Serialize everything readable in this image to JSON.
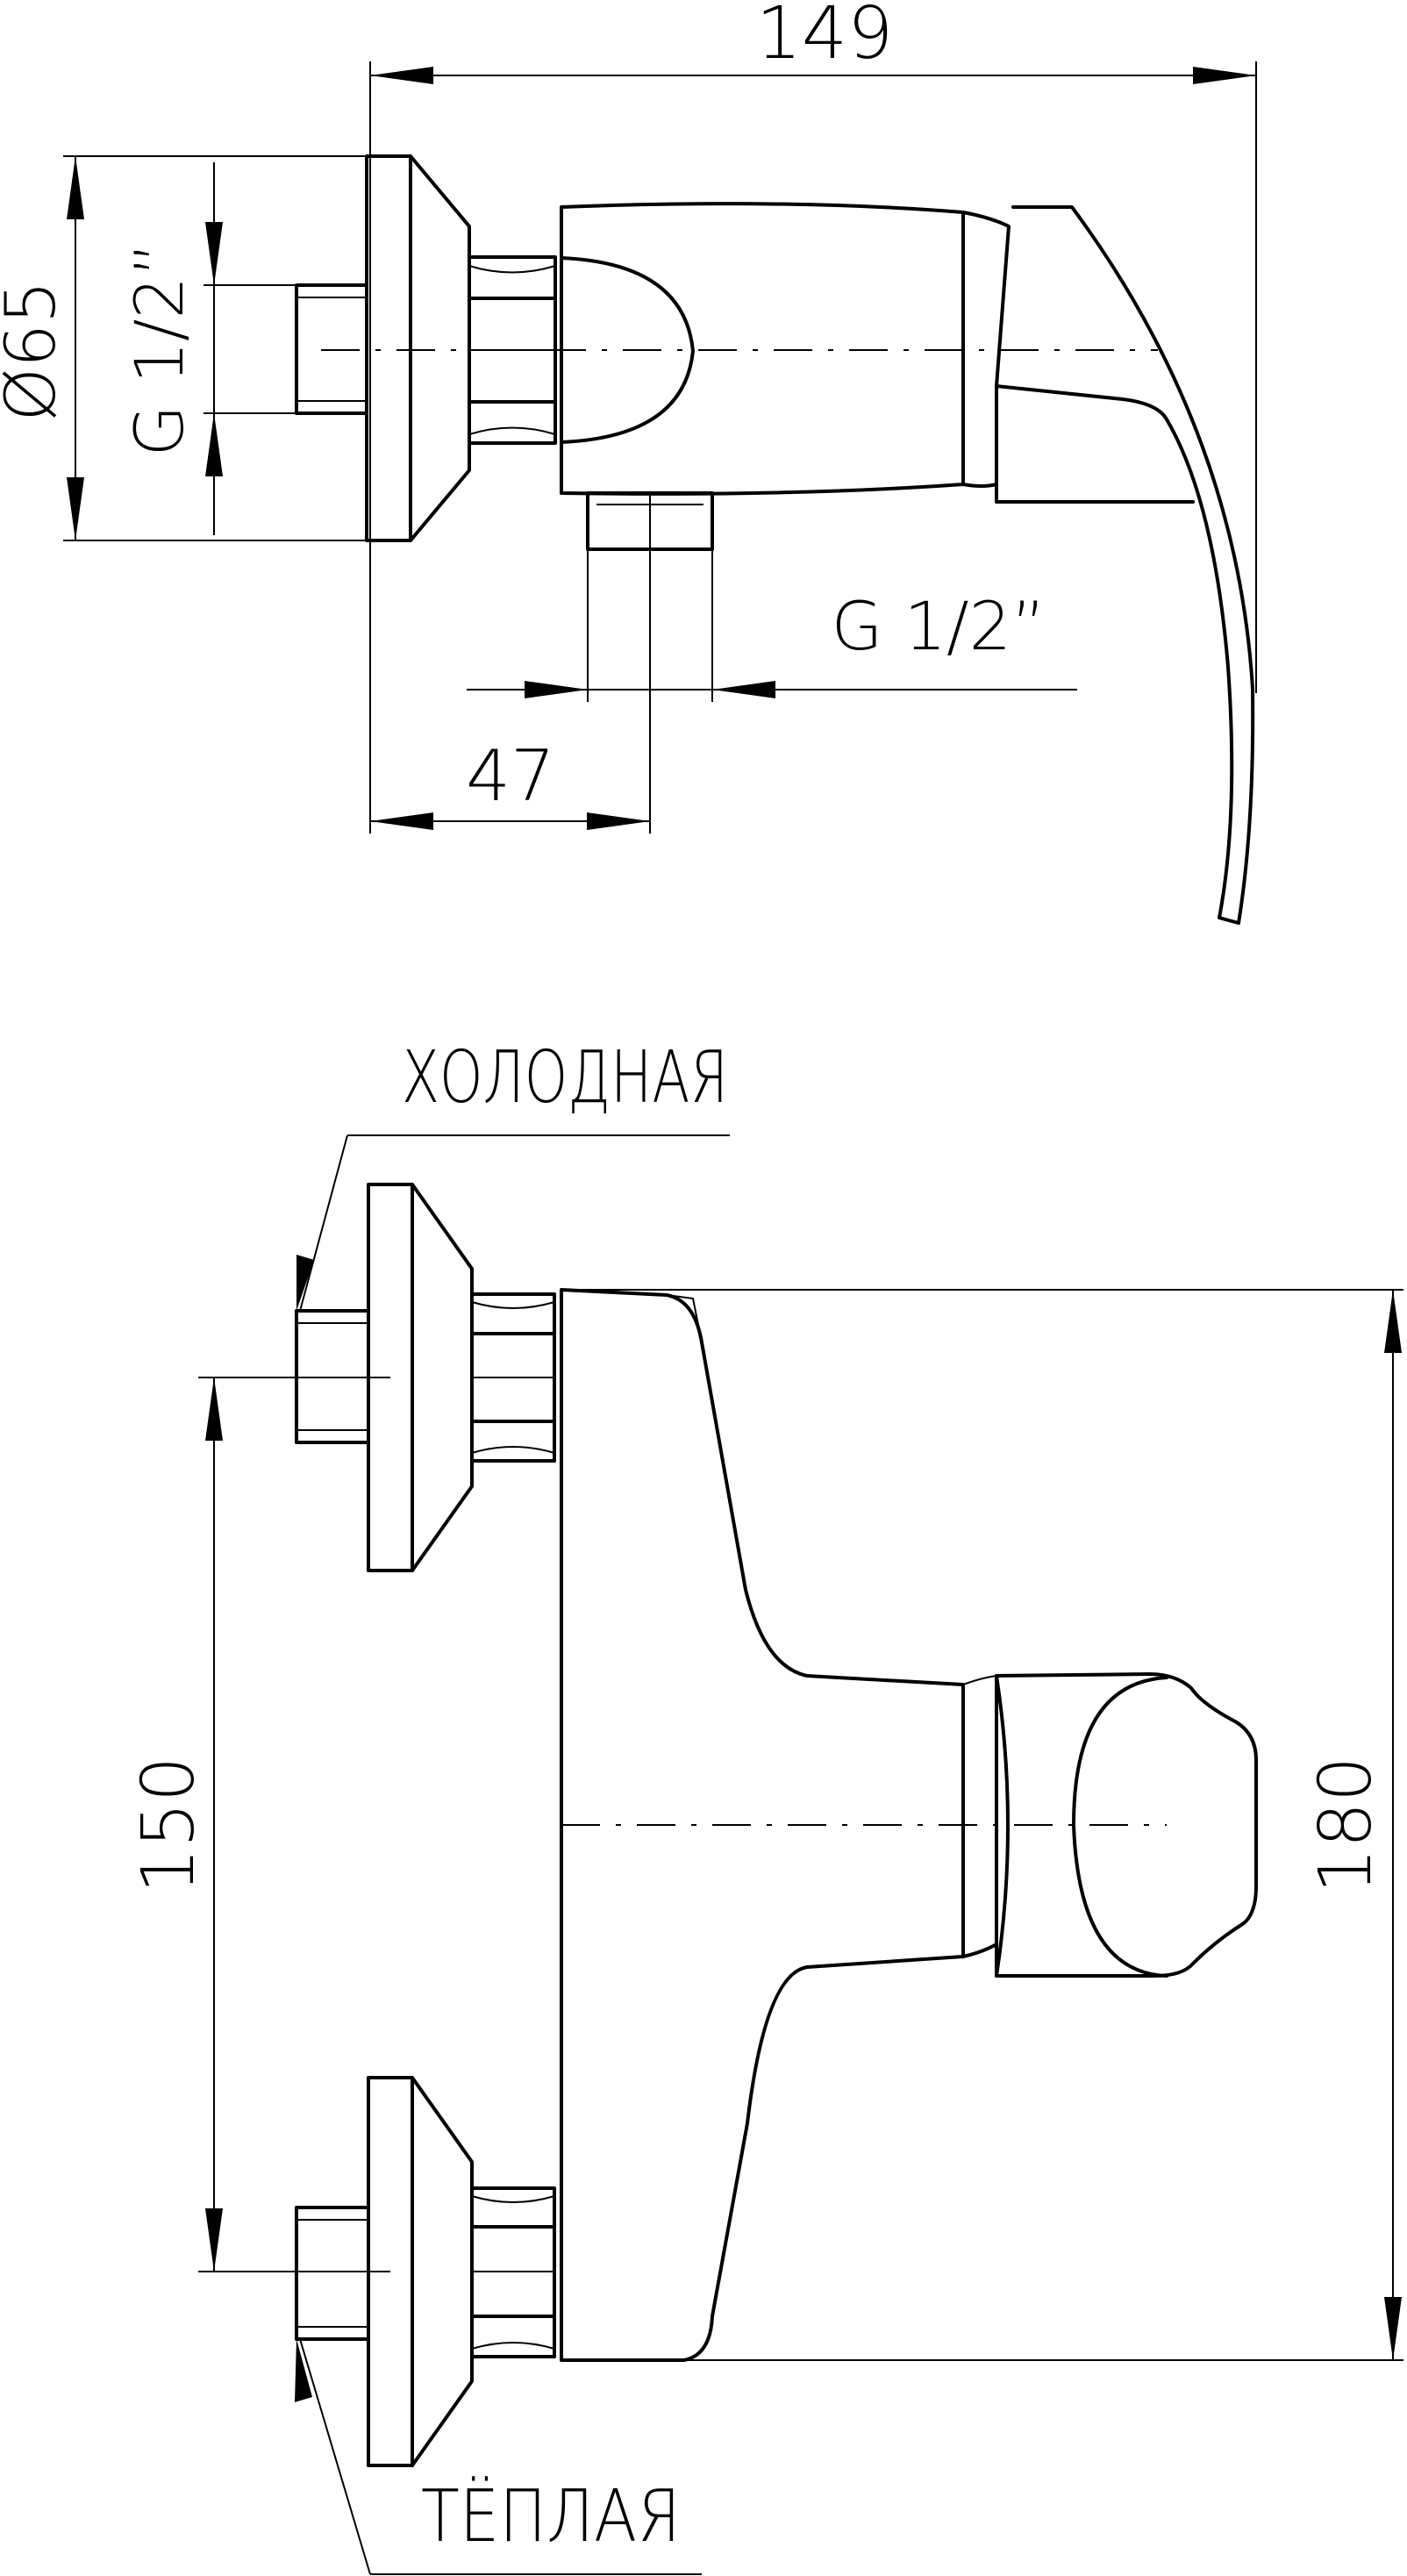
{
  "side_view": {
    "dim_length": "149",
    "dim_diameter": "Ø65",
    "dim_thread_inlet": "G 1/2”",
    "dim_thread_outlet": "G 1/2”",
    "dim_offset": "47"
  },
  "front_view": {
    "label_cold": "ХОЛОДНАЯ",
    "label_warm": "ТЁПЛАЯ",
    "dim_centers": "150",
    "dim_height": "180"
  }
}
